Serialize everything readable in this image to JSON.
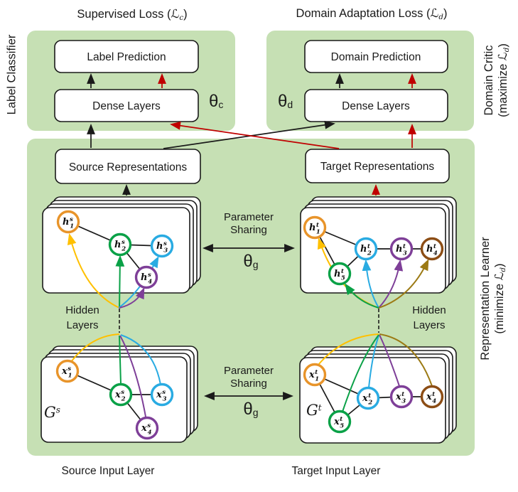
{
  "colors": {
    "panel": "#c6e0b4",
    "ink": "#1a1a1a",
    "red": "#c00000",
    "orange": "#e8942a",
    "yellow": "#ffc000",
    "green": "#0aa147",
    "cyan": "#29abe2",
    "purple": "#7e3f98",
    "brown": "#8c4d15",
    "gold": "#9c7a14"
  },
  "titles": {
    "supervised": {
      "prefix": "Supervised Loss (",
      "symbol": "ℒ",
      "sub": "c",
      "suffix": ")"
    },
    "domain": {
      "prefix": "Domain Adaptation Loss (",
      "symbol": "ℒ",
      "sub": "d",
      "suffix": ")"
    }
  },
  "side": {
    "label_classifier": "Label Classifier",
    "domain_critic": {
      "line1": "Domain Critic",
      "l2_prefix": "(maximize ",
      "symbol": "ℒ",
      "sub": "d",
      "l2_suffix": ")"
    },
    "representation_learner": {
      "line1": "Representation Learner",
      "l2_prefix": "(minimize ",
      "symbol": "ℒ",
      "sub": "d",
      "l2_suffix": ")"
    }
  },
  "boxes": {
    "label_prediction": "Label Prediction",
    "dense_layers_left": "Dense Layers",
    "domain_prediction": "Domain Prediction",
    "dense_layers_right": "Dense Layers",
    "source_representations": "Source Representations",
    "target_representations": "Target Representations"
  },
  "theta": {
    "symbol": "θ",
    "classifier_sub": "c",
    "critic_sub": "d",
    "generator_sub": "g"
  },
  "parameter_sharing": {
    "line1": "Parameter",
    "line2": "Sharing"
  },
  "hidden_layers": {
    "line1": "Hidden",
    "line2": "Layers"
  },
  "graph_labels": {
    "source": {
      "letter": "G",
      "sup": "s"
    },
    "target": {
      "letter": "G",
      "sup": "t"
    }
  },
  "bottom": {
    "source": "Source Input Layer",
    "target": "Target Input Layer"
  },
  "nodes": {
    "sh": [
      {
        "letter": "h",
        "sup": "s",
        "sub": "1"
      },
      {
        "letter": "h",
        "sup": "s",
        "sub": "2"
      },
      {
        "letter": "h",
        "sup": "s",
        "sub": "3"
      },
      {
        "letter": "h",
        "sup": "s",
        "sub": "4"
      }
    ],
    "th": [
      {
        "letter": "h",
        "sup": "t",
        "sub": "1"
      },
      {
        "letter": "h",
        "sup": "t",
        "sub": "2"
      },
      {
        "letter": "h",
        "sup": "t",
        "sub": "3"
      },
      {
        "letter": "h",
        "sup": "t",
        "sub": "4"
      },
      {
        "letter": "h",
        "sup": "t",
        "sub": "5"
      }
    ],
    "sx": [
      {
        "letter": "x",
        "sup": "s",
        "sub": "1"
      },
      {
        "letter": "x",
        "sup": "s",
        "sub": "2"
      },
      {
        "letter": "x",
        "sup": "s",
        "sub": "3"
      },
      {
        "letter": "x",
        "sup": "s",
        "sub": "4"
      }
    ],
    "tx": [
      {
        "letter": "x",
        "sup": "t",
        "sub": "1"
      },
      {
        "letter": "x",
        "sup": "t",
        "sub": "2"
      },
      {
        "letter": "x",
        "sup": "t",
        "sub": "3"
      },
      {
        "letter": "x",
        "sup": "t",
        "sub": "4"
      },
      {
        "letter": "x",
        "sup": "t",
        "sub": "5"
      }
    ]
  }
}
